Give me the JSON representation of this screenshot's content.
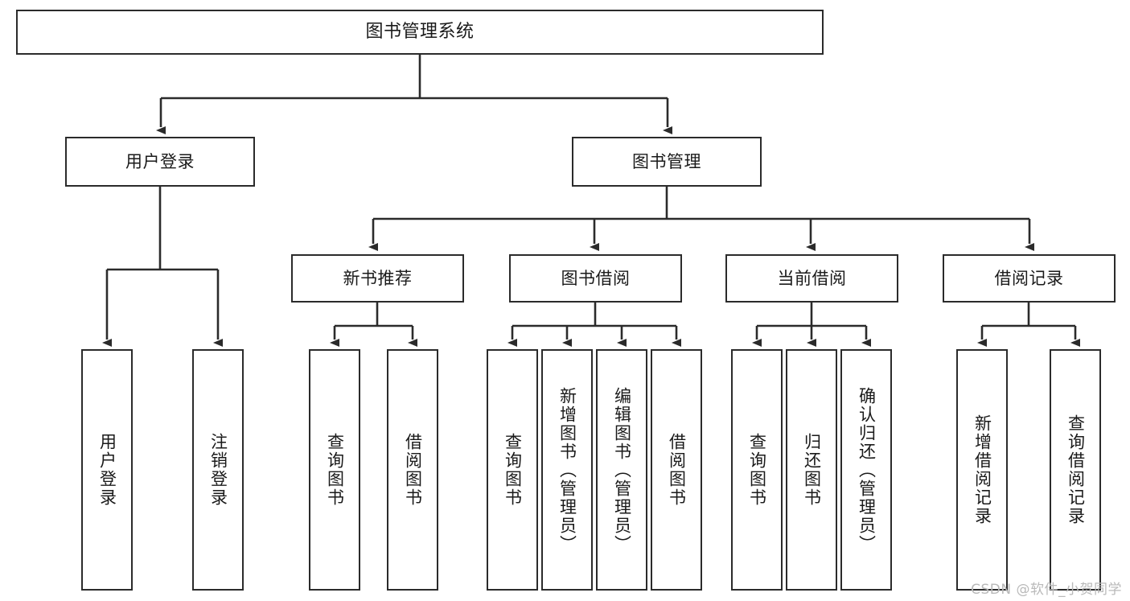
{
  "diagram": {
    "title": "图书管理系统",
    "type": "hierarchy-tree",
    "colors": {
      "box_border": "#2b2b2b",
      "box_fill": "#ffffff",
      "connector": "#2b2b2b",
      "text": "#1a1a1a",
      "watermark": "#b9b9b9",
      "background": "#ffffff"
    },
    "levels": {
      "root": {
        "label": "图书管理系统"
      },
      "level2": [
        {
          "label": "用户登录"
        },
        {
          "label": "图书管理"
        }
      ],
      "level3": [
        {
          "label": "新书推荐"
        },
        {
          "label": "图书借阅"
        },
        {
          "label": "当前借阅"
        },
        {
          "label": "借阅记录"
        }
      ],
      "leaves": {
        "user_login": [
          {
            "label": "用户登录"
          },
          {
            "label": "注销登录"
          }
        ],
        "new_book_recommend": [
          {
            "label": "查询图书"
          },
          {
            "label": "借阅图书"
          }
        ],
        "book_borrow": [
          {
            "label": "查询图书"
          },
          {
            "label": "新增图书（管理员）"
          },
          {
            "label": "编辑图书（管理员）"
          },
          {
            "label": "借阅图书"
          }
        ],
        "current_borrow": [
          {
            "label": "查询图书"
          },
          {
            "label": "归还图书"
          },
          {
            "label": "确认归还（管理员）"
          }
        ],
        "borrow_record": [
          {
            "label": "新增借阅记录"
          },
          {
            "label": "查询借阅记录"
          }
        ]
      }
    }
  },
  "watermark": {
    "text": "CSDN @软件_小贺同学"
  }
}
